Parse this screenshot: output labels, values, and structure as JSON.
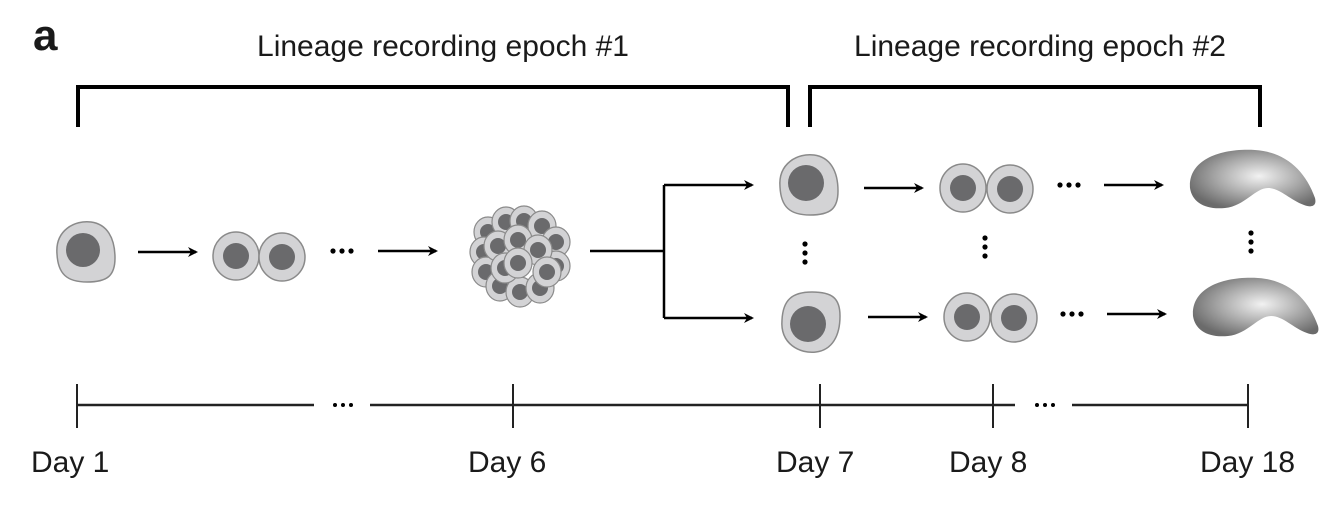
{
  "panel_label": "a",
  "epochs": [
    {
      "title": "Lineage recording epoch #1"
    },
    {
      "title": "Lineage recording epoch #2"
    }
  ],
  "timeline": {
    "days": [
      "Day 1",
      "Day 6",
      "Day 7",
      "Day 8",
      "Day 18"
    ],
    "ellipsis": "..."
  },
  "stages": [
    {
      "name": "single-cell",
      "icon": "cell-icon"
    },
    {
      "name": "two-cell",
      "icon": "dividing-cells-icon"
    },
    {
      "name": "cell-cluster",
      "icon": "cell-cluster-icon"
    },
    {
      "name": "branch-cells",
      "icon": "cell-icon"
    },
    {
      "name": "branch-two-cell",
      "icon": "dividing-cells-icon"
    },
    {
      "name": "differentiated",
      "icon": "differentiated-cell-icon"
    }
  ],
  "colors": {
    "cytoplasm": "#d3d3d5",
    "nucleus": "#6a6a6c",
    "outline": "#8a8a8a",
    "line": "#000000"
  }
}
